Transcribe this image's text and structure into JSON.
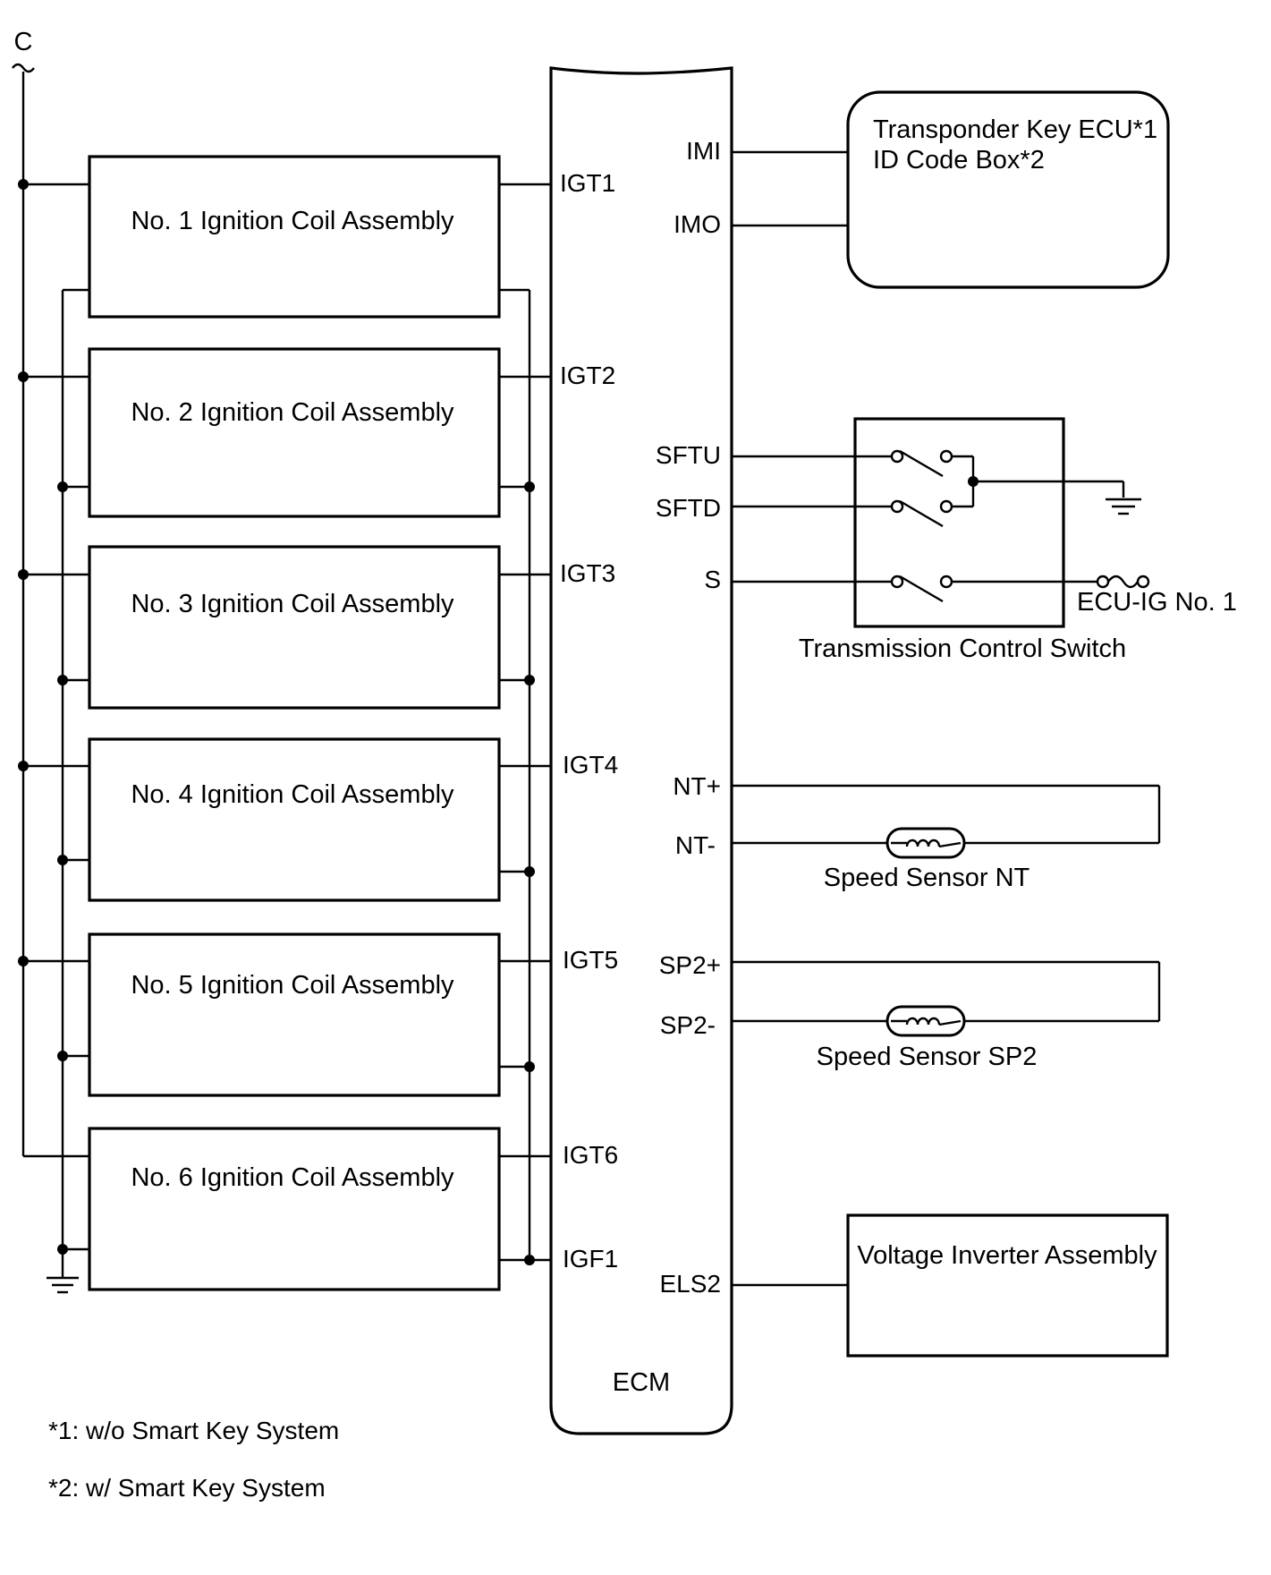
{
  "diagram": {
    "supply": {
      "label": "C"
    },
    "ecm": {
      "label": "ECM",
      "left_pins": [
        "IGT1",
        "IGT2",
        "IGT3",
        "IGT4",
        "IGT5",
        "IGT6",
        "IGF1"
      ],
      "right_pins": [
        "IMI",
        "IMO",
        "SFTU",
        "SFTD",
        "S",
        "NT+",
        "NT-",
        "SP2+",
        "SP2-",
        "ELS2"
      ]
    },
    "coils": [
      "No. 1 Ignition Coil Assembly",
      "No. 2 Ignition Coil Assembly",
      "No. 3 Ignition Coil Assembly",
      "No. 4 Ignition Coil Assembly",
      "No. 5 Ignition Coil Assembly",
      "No. 6 Ignition Coil Assembly"
    ],
    "transponder": {
      "line1": "Transponder Key ECU*1",
      "line2": "ID Code Box*2"
    },
    "tcs": {
      "label": "Transmission Control Switch",
      "fuse_label": "ECU-IG No. 1"
    },
    "sensors": {
      "nt": "Speed Sensor NT",
      "sp2": "Speed Sensor SP2"
    },
    "inverter": {
      "label": "Voltage Inverter Assembly"
    },
    "notes": [
      "*1: w/o Smart Key System",
      "*2: w/ Smart Key System"
    ]
  }
}
